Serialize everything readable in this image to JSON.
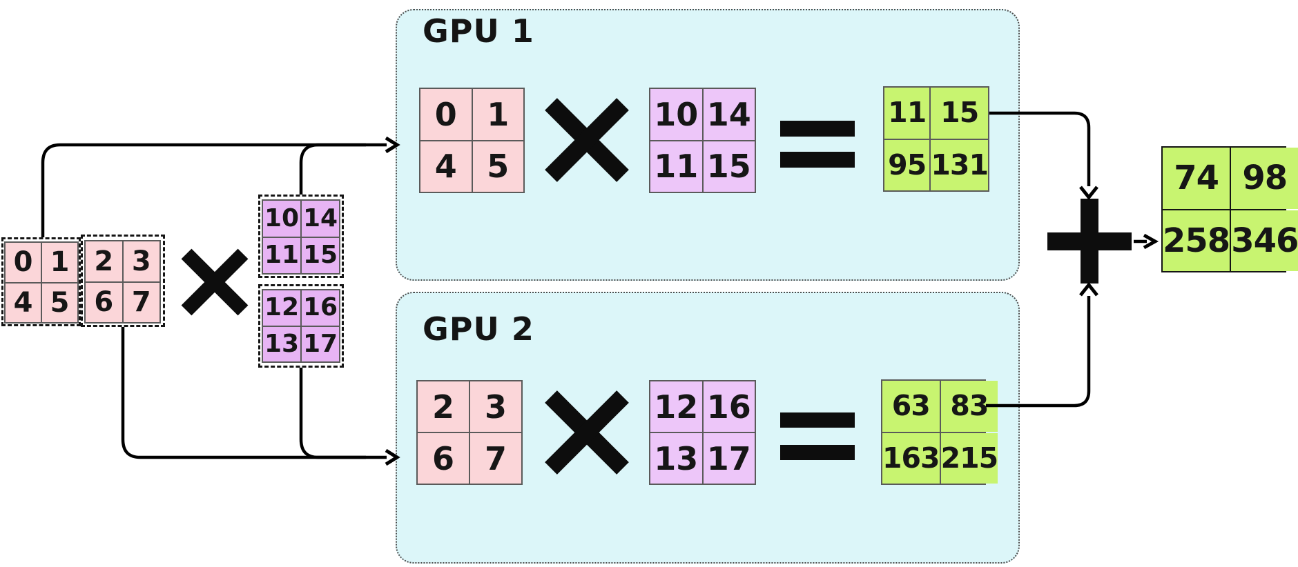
{
  "gpu1": {
    "label": "GPU 1",
    "a": [
      [
        0,
        1
      ],
      [
        4,
        5
      ]
    ],
    "b": [
      [
        10,
        14
      ],
      [
        11,
        15
      ]
    ],
    "result": [
      [
        11,
        15
      ],
      [
        95,
        131
      ]
    ]
  },
  "gpu2": {
    "label": "GPU 2",
    "a": [
      [
        2,
        3
      ],
      [
        6,
        7
      ]
    ],
    "b": [
      [
        12,
        16
      ],
      [
        13,
        17
      ]
    ],
    "result": [
      [
        63,
        83
      ],
      [
        163,
        215
      ]
    ]
  },
  "input": {
    "a_block1": [
      [
        0,
        1
      ],
      [
        4,
        5
      ]
    ],
    "a_block2": [
      [
        2,
        3
      ],
      [
        6,
        7
      ]
    ],
    "b_block1": [
      [
        10,
        14
      ],
      [
        11,
        15
      ]
    ],
    "b_block2": [
      [
        12,
        16
      ],
      [
        13,
        17
      ]
    ]
  },
  "output": {
    "final": [
      [
        74,
        98
      ],
      [
        258,
        346
      ]
    ]
  },
  "operators": {
    "multiply": "×",
    "equals": "=",
    "plus": "+"
  },
  "colors": {
    "matrix_a_fill": "#FBD6D9",
    "matrix_b_fill": "#E7B4F4",
    "matrix_b_gpu_fill": "#EDC6F9",
    "result_fill": "#C8F470",
    "gpu_box_fill": "#DCF6F9",
    "connector": "#000000"
  }
}
